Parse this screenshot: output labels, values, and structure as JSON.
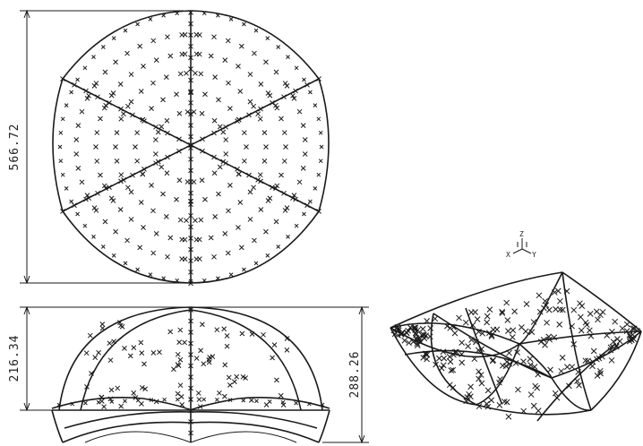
{
  "drawing": {
    "dimensions": {
      "top_view_height": "566.72",
      "front_view_height_inner": "216.34",
      "front_view_height_outer": "288.26"
    },
    "axis_triad": {
      "z": "Z",
      "x": "X",
      "y": "Y"
    },
    "colors": {
      "line": "#1a1a1a",
      "background": "#ffffff"
    }
  }
}
